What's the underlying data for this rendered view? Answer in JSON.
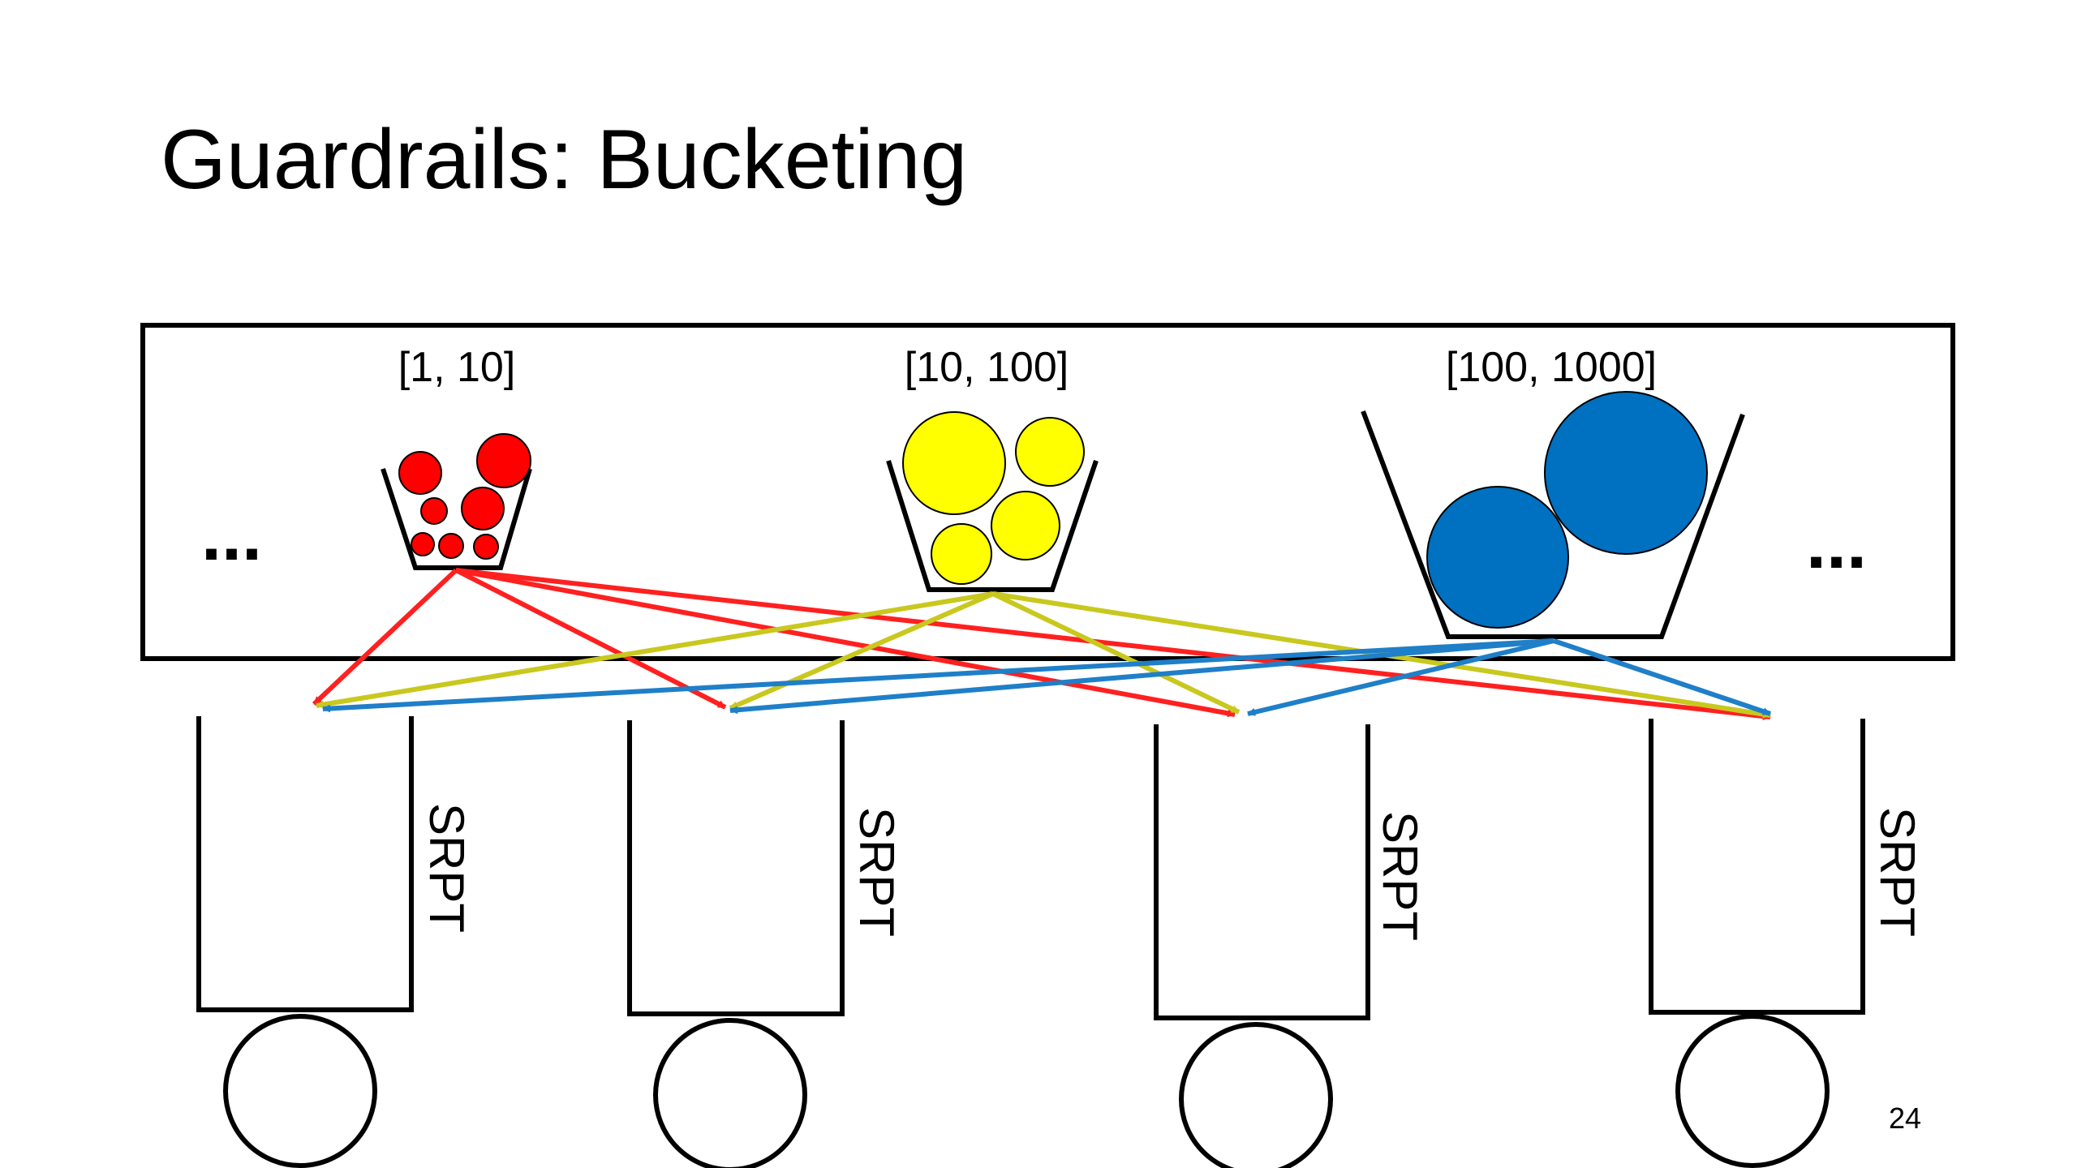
{
  "slide": {
    "title": "Guardrails: Bucketing",
    "page_number": "24"
  },
  "diagram": {
    "ellipsis_left": "...",
    "ellipsis_right": "...",
    "buckets": [
      {
        "range_label": "[1, 10]",
        "color": "#ff0000"
      },
      {
        "range_label": "[10, 100]",
        "color": "#ffff00"
      },
      {
        "range_label": "[100, 1000]",
        "color": "#0070c0"
      }
    ],
    "arrow_colors": {
      "red": "#ff2020",
      "yellow": "#c8c81e",
      "blue": "#1f7fc8"
    },
    "servers": [
      {
        "policy_label": "SRPT"
      },
      {
        "policy_label": "SRPT"
      },
      {
        "policy_label": "SRPT"
      },
      {
        "policy_label": "SRPT"
      }
    ]
  }
}
